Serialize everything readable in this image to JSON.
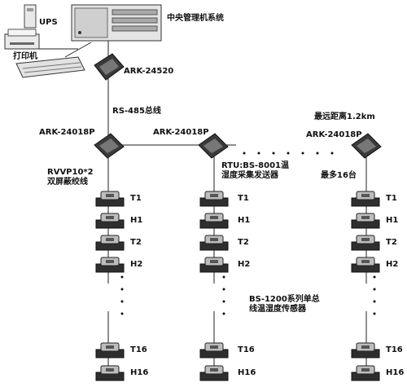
{
  "system": {
    "title": "中央管理机系统"
  },
  "peripherals": {
    "ups": "UPS",
    "printer": "打印机"
  },
  "converter": {
    "model": "ARK-24520"
  },
  "bus": {
    "label": "RS-485总线",
    "max_distance": "最远距离1.2km",
    "max_count": "最多16台"
  },
  "cable": {
    "line1": "RVVP10*2",
    "line2": "双屏蔽绞线"
  },
  "rtu": {
    "line1": "RTU:BS-8001温",
    "line2": "湿度采集发送器"
  },
  "modules": [
    "ARK-24018P",
    "ARK-24018P",
    "ARK-24018P"
  ],
  "sensor_note": {
    "line1": "BS-1200系列单总",
    "line2": "线温湿度传感器"
  },
  "sensor_labels": [
    "T1",
    "H1",
    "T2",
    "H2",
    "T16",
    "H16"
  ]
}
